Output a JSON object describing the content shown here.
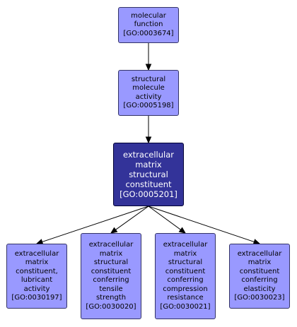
{
  "nodes": {
    "molecular_function": {
      "lines": [
        "molecular",
        "function",
        "[GO:0003674]"
      ]
    },
    "structural_molecule_activity": {
      "lines": [
        "structural",
        "molecule",
        "activity",
        "[GO:0005198]"
      ]
    },
    "ecm_structural_constituent": {
      "lines": [
        "extracellular",
        "matrix",
        "structural",
        "constituent",
        "[GO:0005201]"
      ]
    },
    "ecm_constituent_lubricant": {
      "lines": [
        "extracellular",
        "matrix",
        "constituent,",
        "lubricant",
        "activity",
        "[GO:0030197]"
      ]
    },
    "ecm_tensile_strength": {
      "lines": [
        "extracellular",
        "matrix",
        "structural",
        "constituent",
        "conferring",
        "tensile",
        "strength",
        "[GO:0030020]"
      ]
    },
    "ecm_compression_resistance": {
      "lines": [
        "extracellular",
        "matrix",
        "structural",
        "constituent",
        "conferring",
        "compression",
        "resistance",
        "[GO:0030021]"
      ]
    },
    "ecm_elasticity": {
      "lines": [
        "extracellular",
        "matrix",
        "constituent",
        "conferring",
        "elasticity",
        "[GO:0030023]"
      ]
    }
  },
  "edges": [
    {
      "from": "molecular_function",
      "to": "structural_molecule_activity"
    },
    {
      "from": "structural_molecule_activity",
      "to": "ecm_structural_constituent"
    },
    {
      "from": "ecm_structural_constituent",
      "to": "ecm_constituent_lubricant"
    },
    {
      "from": "ecm_structural_constituent",
      "to": "ecm_tensile_strength"
    },
    {
      "from": "ecm_structural_constituent",
      "to": "ecm_compression_resistance"
    },
    {
      "from": "ecm_structural_constituent",
      "to": "ecm_elasticity"
    }
  ],
  "colors": {
    "node_fill": "#9999ff",
    "focus_fill": "#333399",
    "focus_text": "#ffffff",
    "edge": "#000000"
  }
}
